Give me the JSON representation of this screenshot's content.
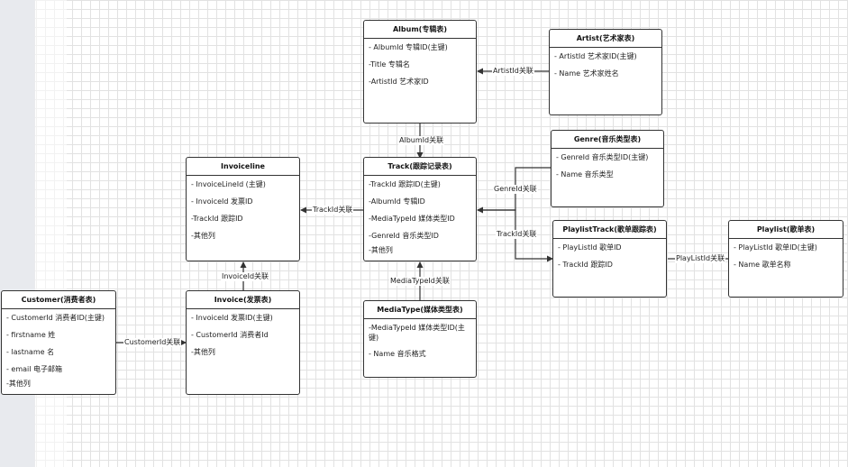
{
  "entities": {
    "album": {
      "title": "Album(专辑表)",
      "fields": [
        "- AlbumId 专辑ID(主键)",
        "-Title 专辑名",
        "-ArtistId 艺术家ID"
      ]
    },
    "artist": {
      "title": "Artist(艺术家表)",
      "fields": [
        "- ArtistId 艺术家ID(主键)",
        "- Name 艺术家姓名"
      ]
    },
    "genre": {
      "title": "Genre(音乐类型表)",
      "fields": [
        "- GenreId 音乐类型ID(主键)",
        "- Name 音乐类型"
      ]
    },
    "track": {
      "title": "Track(跟踪记录表)",
      "fields": [
        "-TrackId 跟踪ID(主键)",
        "-AlbumId 专辑ID",
        "-MediaTypeId 媒体类型ID",
        "-GenreId 音乐类型ID",
        "-其他列"
      ]
    },
    "invoiceline": {
      "title": "Invoiceline",
      "fields": [
        "- InvoiceLineId (主键)",
        "- InvoiceId 发票ID",
        "-TrackId 跟踪ID",
        "-其他列"
      ]
    },
    "playlisttrack": {
      "title": "PlaylistTrack(歌单跟踪表)",
      "fields": [
        "- PlayListId 歌单ID",
        "- TrackId 跟踪ID"
      ]
    },
    "playlist": {
      "title": "Playlist(歌单表)",
      "fields": [
        "- PlayListId 歌单ID(主键)",
        "- Name 歌单名称"
      ]
    },
    "customer": {
      "title": "Customer(消费者表)",
      "fields": [
        "- CustomerId 消费者ID(主键)",
        "- firstname 姓",
        "- lastname 名",
        "- email 电子邮箱",
        "-其他列"
      ]
    },
    "invoice": {
      "title": "Invoice(发票表)",
      "fields": [
        "- InvoiceId 发票ID(主键)",
        "- CustomerId 消费者Id",
        "-其他列"
      ]
    },
    "mediatype": {
      "title": "MediaType(媒体类型表)",
      "fields": [
        "-MediaTypeId 媒体类型ID(主键)",
        "- Name 音乐格式"
      ]
    }
  },
  "relations": {
    "artist_album": "ArtistId关联",
    "album_track": "AlbumId关联",
    "genre_track": "GenreId关联",
    "track_playlisttrack": "TrackId关联",
    "playlist_playlisttrack": "PlayListId关联",
    "track_invoiceline": "TrackId关联",
    "invoice_invoiceline": "InvoiceId关联",
    "mediatype_track": "MediaTypeId关联",
    "customer_invoice": "CustomerId关联"
  },
  "colors": {
    "line": "#333333",
    "grid": "#e2e2e2",
    "margin": "#e8eaee"
  }
}
